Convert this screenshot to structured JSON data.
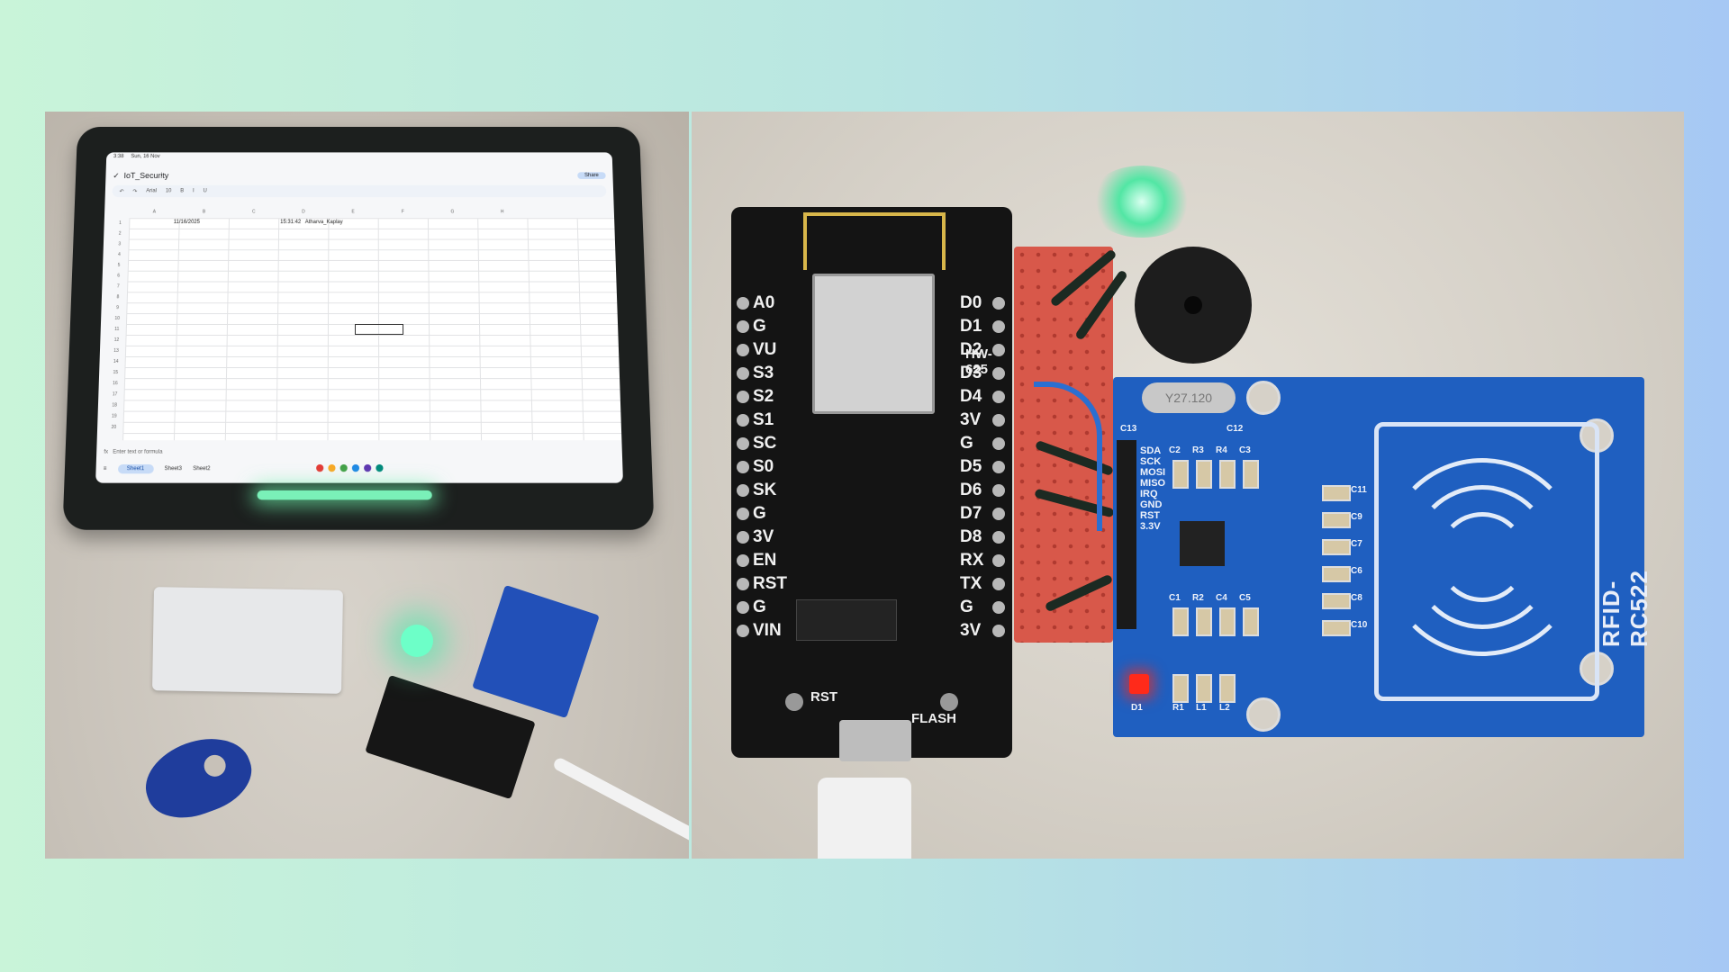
{
  "tablet": {
    "status_time": "3:38",
    "status_date": "Sun, 16 Nov",
    "doc_title": "IoT_Security",
    "share_label": "Share",
    "font_name": "Arial",
    "font_size": "10",
    "column_headers": [
      "A",
      "B",
      "C",
      "D",
      "E",
      "F",
      "G",
      "H"
    ],
    "row_numbers": [
      "1",
      "2",
      "3",
      "4",
      "5",
      "6",
      "7",
      "8",
      "9",
      "10",
      "11",
      "12",
      "13",
      "14",
      "15",
      "16",
      "17",
      "18",
      "19",
      "20"
    ],
    "cells": {
      "a1": "11/16/2025",
      "b1": "15:31:42",
      "c1": "Atharva_Kaplay"
    },
    "formula_placeholder": "Enter text or formula",
    "sheet_tabs": [
      "Sheet1",
      "Sheet3",
      "Sheet2"
    ]
  },
  "board": {
    "model": "HW-625",
    "left_pins": [
      "A0",
      "G",
      "VU",
      "S3",
      "S2",
      "S1",
      "SC",
      "S0",
      "SK",
      "G",
      "3V",
      "EN",
      "RST",
      "G",
      "VIN"
    ],
    "right_pins": [
      "D0",
      "D1",
      "D2",
      "D3",
      "D4",
      "3V",
      "G",
      "D5",
      "D6",
      "D7",
      "D8",
      "RX",
      "TX",
      "G",
      "3V"
    ],
    "buttons": [
      "RST",
      "FLASH"
    ]
  },
  "rfid_module": {
    "title": "RFID-RC522",
    "crystal": "Y27.120",
    "pin_labels": [
      "SDA",
      "SCK",
      "MOSI",
      "MISO",
      "IRQ",
      "GND",
      "RST",
      "3.3V"
    ],
    "component_labels": [
      "C13",
      "C12",
      "C2",
      "R3",
      "R4",
      "C3",
      "C1",
      "R2",
      "C4",
      "C5",
      "D1",
      "R1",
      "L1",
      "L2",
      "C11",
      "C9",
      "C7",
      "C6",
      "C8",
      "C10"
    ]
  },
  "colors": {
    "bg_left": "#c9f4d9",
    "bg_right": "#a6c8f4",
    "led_green": "#52e6a4",
    "led_red": "#ff2a1a",
    "pcb_blue": "#1f5fc0"
  }
}
